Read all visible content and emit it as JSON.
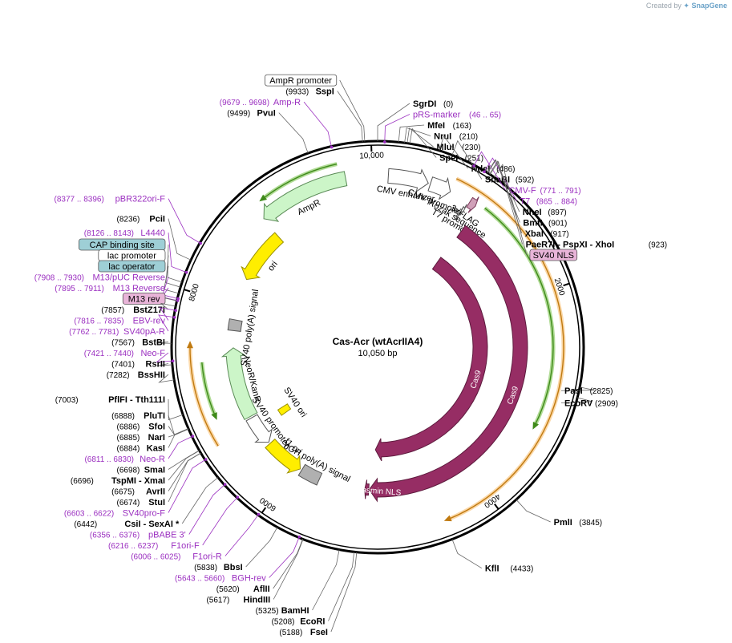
{
  "credit": {
    "text": "Created by",
    "brand": "SnapGene"
  },
  "plasmid": {
    "name": "Cas-Acr (wtAcrIIA4)",
    "size": "10,050 bp",
    "length": 10050
  },
  "ticks": [
    {
      "bp": 10000,
      "label": "10,000"
    },
    {
      "bp": 2000,
      "label": "2000"
    },
    {
      "bp": 4000,
      "label": "4000"
    },
    {
      "bp": 6000,
      "label": "6000"
    },
    {
      "bp": 8000,
      "label": "8000"
    }
  ],
  "sites": [
    {
      "name": "SgrDI",
      "pos": "(0)",
      "bp": 0
    },
    {
      "name": "MfeI",
      "pos": "(163)",
      "bp": 163
    },
    {
      "name": "NruI",
      "pos": "(210)",
      "bp": 210
    },
    {
      "name": "MluI",
      "pos": "(230)",
      "bp": 230
    },
    {
      "name": "SpeI",
      "pos": "(251)",
      "bp": 251
    },
    {
      "name": "NdeI",
      "pos": "(486)",
      "bp": 486
    },
    {
      "name": "SnaBI",
      "pos": "(592)",
      "bp": 592
    },
    {
      "name": "NheI",
      "pos": "(897)",
      "bp": 897
    },
    {
      "name": "BmtI",
      "pos": "(901)",
      "bp": 901
    },
    {
      "name": "XbaI",
      "pos": "(917)",
      "bp": 917
    },
    {
      "name": "PaeR7I  - PspXI  - XhoI",
      "pos": "(923)",
      "bp": 923
    },
    {
      "name": "PasI",
      "pos": "(2825)",
      "bp": 2825
    },
    {
      "name": "EcoRV",
      "pos": "(2909)",
      "bp": 2909
    },
    {
      "name": "PmlI",
      "pos": "(3845)",
      "bp": 3845
    },
    {
      "name": "KflI",
      "pos": "(4433)",
      "bp": 4433
    },
    {
      "name": "FseI",
      "pos": "(5188)",
      "bp": 5188
    },
    {
      "name": "EcoRI",
      "pos": "(5208)",
      "bp": 5208
    },
    {
      "name": "BamHI",
      "pos": "(5325)",
      "bp": 5325
    },
    {
      "name": "HindIII",
      "pos": "(5617)",
      "bp": 5617
    },
    {
      "name": "AflII",
      "pos": "(5620)",
      "bp": 5620
    },
    {
      "name": "BbsI",
      "pos": "(5838)",
      "bp": 5838
    },
    {
      "name": "CsiI  - SexAI *",
      "pos": "(6442)",
      "bp": 6442
    },
    {
      "name": "StuI",
      "pos": "(6674)",
      "bp": 6674
    },
    {
      "name": "AvrII",
      "pos": "(6675)",
      "bp": 6675
    },
    {
      "name": "TspMI  - XmaI",
      "pos": "(6696)",
      "bp": 6696
    },
    {
      "name": "SmaI",
      "pos": "(6698)",
      "bp": 6698
    },
    {
      "name": "KasI",
      "pos": "(6884)",
      "bp": 6884
    },
    {
      "name": "NarI",
      "pos": "(6885)",
      "bp": 6885
    },
    {
      "name": "SfoI",
      "pos": "(6886)",
      "bp": 6886
    },
    {
      "name": "PluTI",
      "pos": "(6888)",
      "bp": 6888
    },
    {
      "name": "PflFI  - Tth111I",
      "pos": "(7003)",
      "bp": 7003
    },
    {
      "name": "BssHII",
      "pos": "(7282)",
      "bp": 7282
    },
    {
      "name": "RsrII",
      "pos": "(7401)",
      "bp": 7401
    },
    {
      "name": "BstBI",
      "pos": "(7567)",
      "bp": 7567
    },
    {
      "name": "BstZ17I",
      "pos": "(7857)",
      "bp": 7857
    },
    {
      "name": "PciI",
      "pos": "(8236)",
      "bp": 8236
    },
    {
      "name": "PvuI",
      "pos": "(9499)",
      "bp": 9499
    },
    {
      "name": "SspI",
      "pos": "(9933)",
      "bp": 9933
    }
  ],
  "primers": [
    {
      "name": "pRS-marker",
      "pos": "(46 .. 65)",
      "bp": 55
    },
    {
      "name": "CMV-F",
      "pos": "(771 .. 791)",
      "bp": 781
    },
    {
      "name": "T7",
      "pos": "(865 .. 884)",
      "bp": 874
    },
    {
      "name": "Neo-F",
      "pos": "(7421 .. 7440)",
      "bp": 7430
    },
    {
      "name": "Neo-R",
      "pos": "(6811 .. 6830)",
      "bp": 6820
    },
    {
      "name": "SV40pro-F",
      "pos": "(6603 .. 6622)",
      "bp": 6612
    },
    {
      "name": "pBABE 3'",
      "pos": "(6356 .. 6376)",
      "bp": 6366
    },
    {
      "name": "F1ori-F",
      "pos": "(6216 .. 6237)",
      "bp": 6226
    },
    {
      "name": "F1ori-R",
      "pos": "(6006 .. 6025)",
      "bp": 6015
    },
    {
      "name": "BGH-rev",
      "pos": "(5643 .. 5660)",
      "bp": 5651
    },
    {
      "name": "SV40pA-R",
      "pos": "(7762 .. 7781)",
      "bp": 7771
    },
    {
      "name": "EBV-rev",
      "pos": "(7816 .. 7835)",
      "bp": 7825
    },
    {
      "name": "M13 Reverse",
      "pos": "(7895 .. 7911)",
      "bp": 7903
    },
    {
      "name": "M13/pUC Reverse",
      "pos": "(7908 .. 7930)",
      "bp": 7919
    },
    {
      "name": "L4440",
      "pos": "(8126 .. 8143)",
      "bp": 8134
    },
    {
      "name": "pBR322ori-F",
      "pos": "(8377 .. 8396)",
      "bp": 8386
    },
    {
      "name": "Amp-R",
      "pos": "(9679 .. 9698)",
      "bp": 9688
    }
  ],
  "boxed_labels": [
    {
      "name": "AmpR promoter",
      "bp": 9950,
      "style": "white"
    },
    {
      "name": "SV40 NLS",
      "bp": 960,
      "style": "pink"
    },
    {
      "name": "CAP binding site",
      "bp": 8050,
      "style": "teal"
    },
    {
      "name": "lac promoter",
      "bp": 8010,
      "style": "white"
    },
    {
      "name": "lac operator",
      "bp": 7960,
      "style": "teal"
    },
    {
      "name": "M13 rev",
      "bp": 7900,
      "style": "pink"
    }
  ],
  "features": [
    {
      "name": "AmpR",
      "start": 8890,
      "end": 9750,
      "dir": -1,
      "ring": 214,
      "width": 18,
      "color": "#ccf5c8",
      "stroke": "#5a8a56"
    },
    {
      "name": "ori",
      "start": 8300,
      "end": 8880,
      "dir": -1,
      "ring": 184,
      "width": 16,
      "color": "#ffee00",
      "stroke": "#9a9000"
    },
    {
      "name": "CMV enhancer",
      "start": 100,
      "end": 480,
      "dir": 1,
      "ring": 214,
      "width": 18,
      "color": "#ffffff",
      "stroke": "#555555"
    },
    {
      "name": "CMV promoter",
      "start": 500,
      "end": 700,
      "dir": 1,
      "ring": 214,
      "width": 18,
      "color": "#ffffff",
      "stroke": "#555555"
    },
    {
      "name": "T7 promoter",
      "start": 866,
      "end": 884,
      "dir": 1,
      "ring": 196,
      "width": 10,
      "color": "#ffffff",
      "stroke": "#555555"
    },
    {
      "name": "3xFLAG",
      "start": 905,
      "end": 970,
      "dir": 1,
      "ring": 214,
      "width": 14,
      "color": "#d0a0b8",
      "stroke": "#7a3a5a"
    },
    {
      "name": "Kozak sequence",
      "start": 880,
      "end": 900,
      "dir": 1,
      "ring": 202,
      "width": 6,
      "color": "#ffffff",
      "stroke": "#555555"
    },
    {
      "name": "Cas9",
      "start": 1000,
      "end": 5120,
      "dir": 1,
      "ring": 178,
      "width": 18,
      "color": "#962d64",
      "stroke": "#5e1b3e"
    },
    {
      "name": "Cas9",
      "start": 980,
      "end": 5060,
      "dir": 1,
      "ring": 128,
      "width": 18,
      "color": "#962d64",
      "stroke": "#5e1b3e"
    },
    {
      "name": "nucleoplasmin NLS",
      "start": 5125,
      "end": 5170,
      "dir": 1,
      "ring": 178,
      "width": 14,
      "color": "#962d64",
      "stroke": "#5e1b3e"
    },
    {
      "name": "bGH poly(A) signal",
      "start": 5690,
      "end": 5910,
      "dir": 0,
      "ring": 180,
      "width": 16,
      "color": "#b0b0b0",
      "stroke": "#555555"
    },
    {
      "name": "f1 ori",
      "start": 5930,
      "end": 6370,
      "dir": -1,
      "ring": 180,
      "width": 16,
      "color": "#ffee00",
      "stroke": "#9a9000"
    },
    {
      "name": "SV40 promoter",
      "start": 6390,
      "end": 6720,
      "dir": -1,
      "ring": 180,
      "width": 16,
      "color": "#ffffff",
      "stroke": "#555555"
    },
    {
      "name": "SV40 ori",
      "start": 6550,
      "end": 6640,
      "dir": 0,
      "ring": 140,
      "width": 14,
      "color": "#ffee00",
      "stroke": "#9a9000"
    },
    {
      "name": "NeoR/KanR",
      "start": 6740,
      "end": 7530,
      "dir": 1,
      "ring": 180,
      "width": 18,
      "color": "#ccf5c8",
      "stroke": "#5a8a56"
    },
    {
      "name": "SV40 poly(A) signal",
      "start": 7720,
      "end": 7840,
      "dir": 0,
      "ring": 180,
      "width": 16,
      "color": "#b0b0b0",
      "stroke": "#555555"
    }
  ],
  "orfs": [
    {
      "start": 700,
      "end": 4400,
      "dir": 1,
      "ring": 232,
      "color": "#f7b860"
    },
    {
      "start": 1050,
      "end": 3250,
      "dir": 1,
      "ring": 219,
      "color": "#6fbe3e"
    },
    {
      "start": 6650,
      "end": 7550,
      "dir": 1,
      "ring": 234,
      "color": "#f7b860"
    },
    {
      "start": 6900,
      "end": 7400,
      "dir": -1,
      "ring": 220,
      "color": "#6fbe3e"
    },
    {
      "start": 9000,
      "end": 9700,
      "dir": -1,
      "ring": 234,
      "color": "#6fbe3e"
    }
  ],
  "colors": {
    "primer": "#9b30c0",
    "backbone": "#000000",
    "link": "#666666"
  }
}
